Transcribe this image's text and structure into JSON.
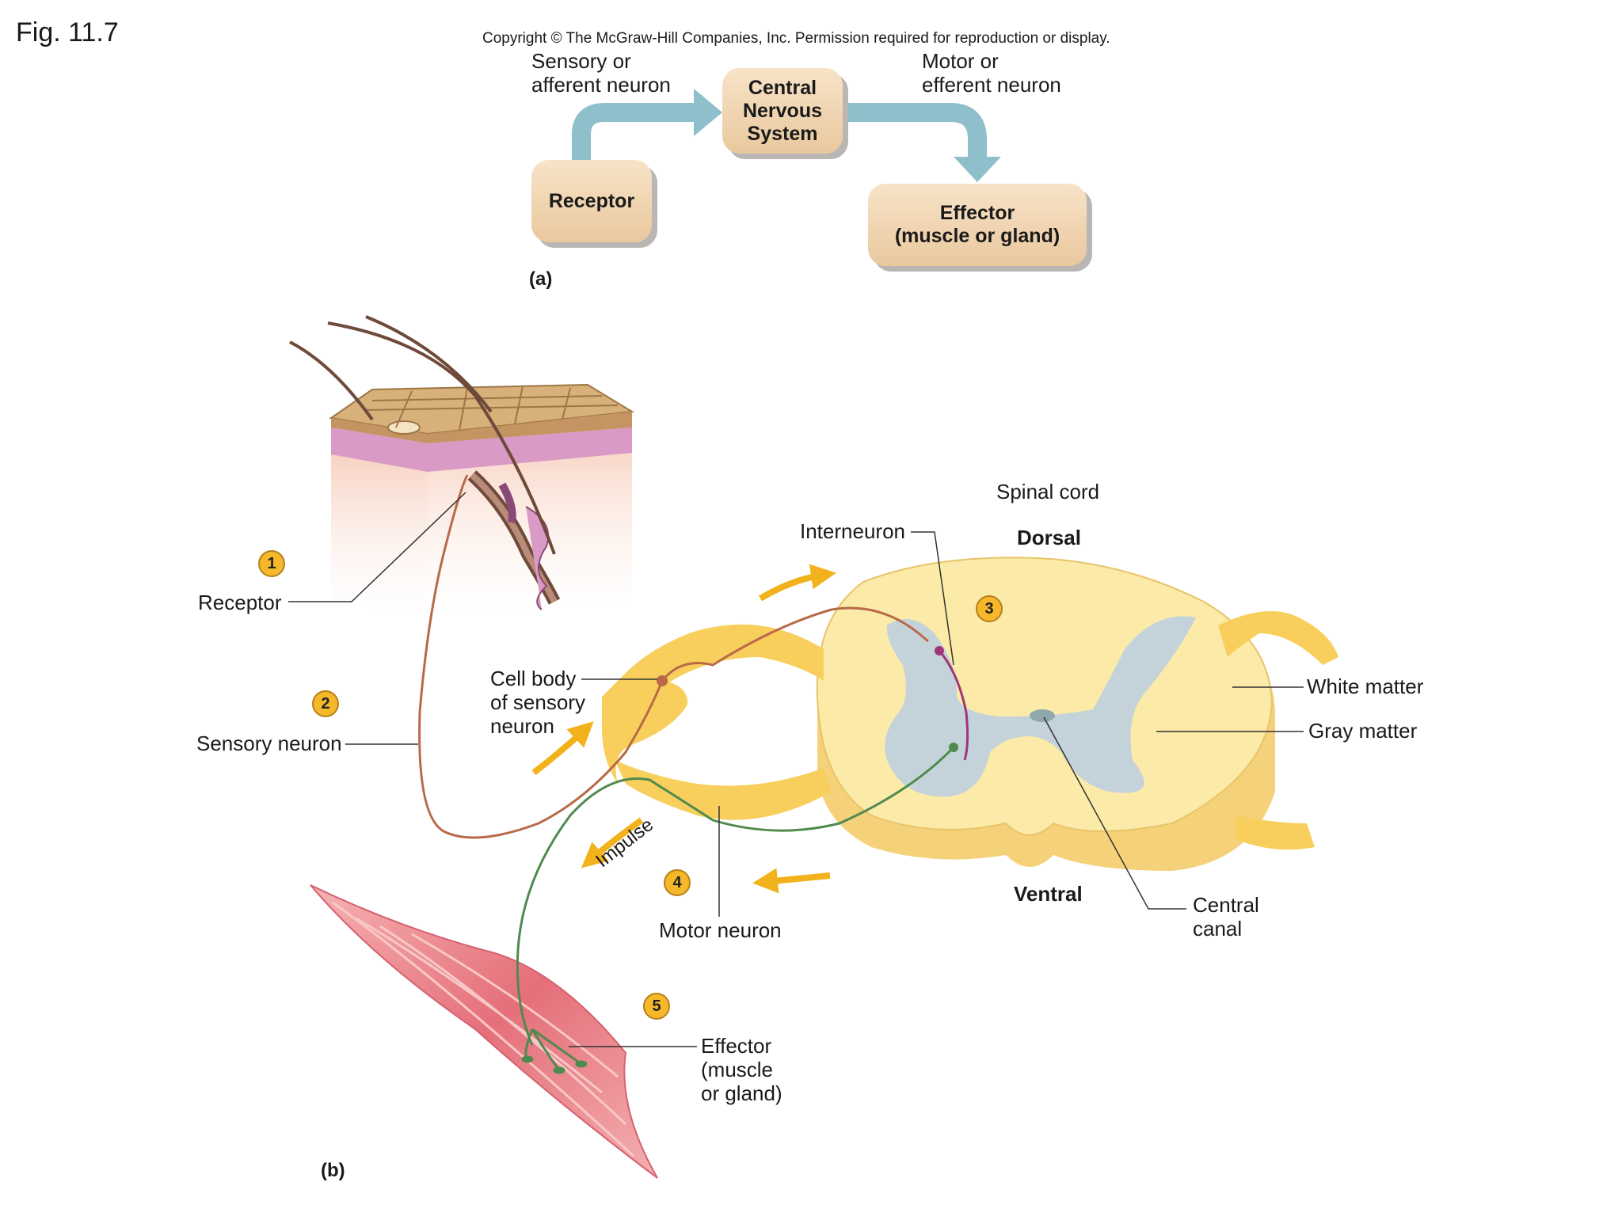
{
  "figure_label": "Fig. 11.7",
  "copyright": "Copyright © The McGraw-Hill Companies, Inc. Permission required for reproduction or display.",
  "panel_a": {
    "sensory_label": "Sensory or\nafferent neuron",
    "motor_label": "Motor or\nefferent neuron",
    "cns_box": "Central\nNervous\nSystem",
    "receptor_box": "Receptor",
    "effector_box": "Effector\n(muscle or gland)",
    "panel_label": "(a)"
  },
  "panel_b": {
    "panel_label": "(b)",
    "spinal_cord": "Spinal cord",
    "dorsal": "Dorsal",
    "ventral": "Ventral",
    "interneuron": "Interneuron",
    "receptor": "Receptor",
    "sensory_neuron": "Sensory neuron",
    "cell_body": "Cell body\nof sensory\nneuron",
    "white_matter": "White matter",
    "gray_matter": "Gray matter",
    "central_canal": "Central\ncanal",
    "motor_neuron": "Motor neuron",
    "impulse": "Impulse",
    "effector": "Effector\n(muscle\nor gland)",
    "steps": [
      "1",
      "2",
      "3",
      "4",
      "5"
    ]
  },
  "colors": {
    "arrow_blue": "#8fbfcb",
    "sensory_neuron": "#b86a48",
    "motor_neuron": "#4f8a4f",
    "interneuron": "#a0357a",
    "white_matter": "#fbeaa8",
    "gray_matter": "#c4d3da",
    "impulse_arrow": "#f2b21c"
  }
}
